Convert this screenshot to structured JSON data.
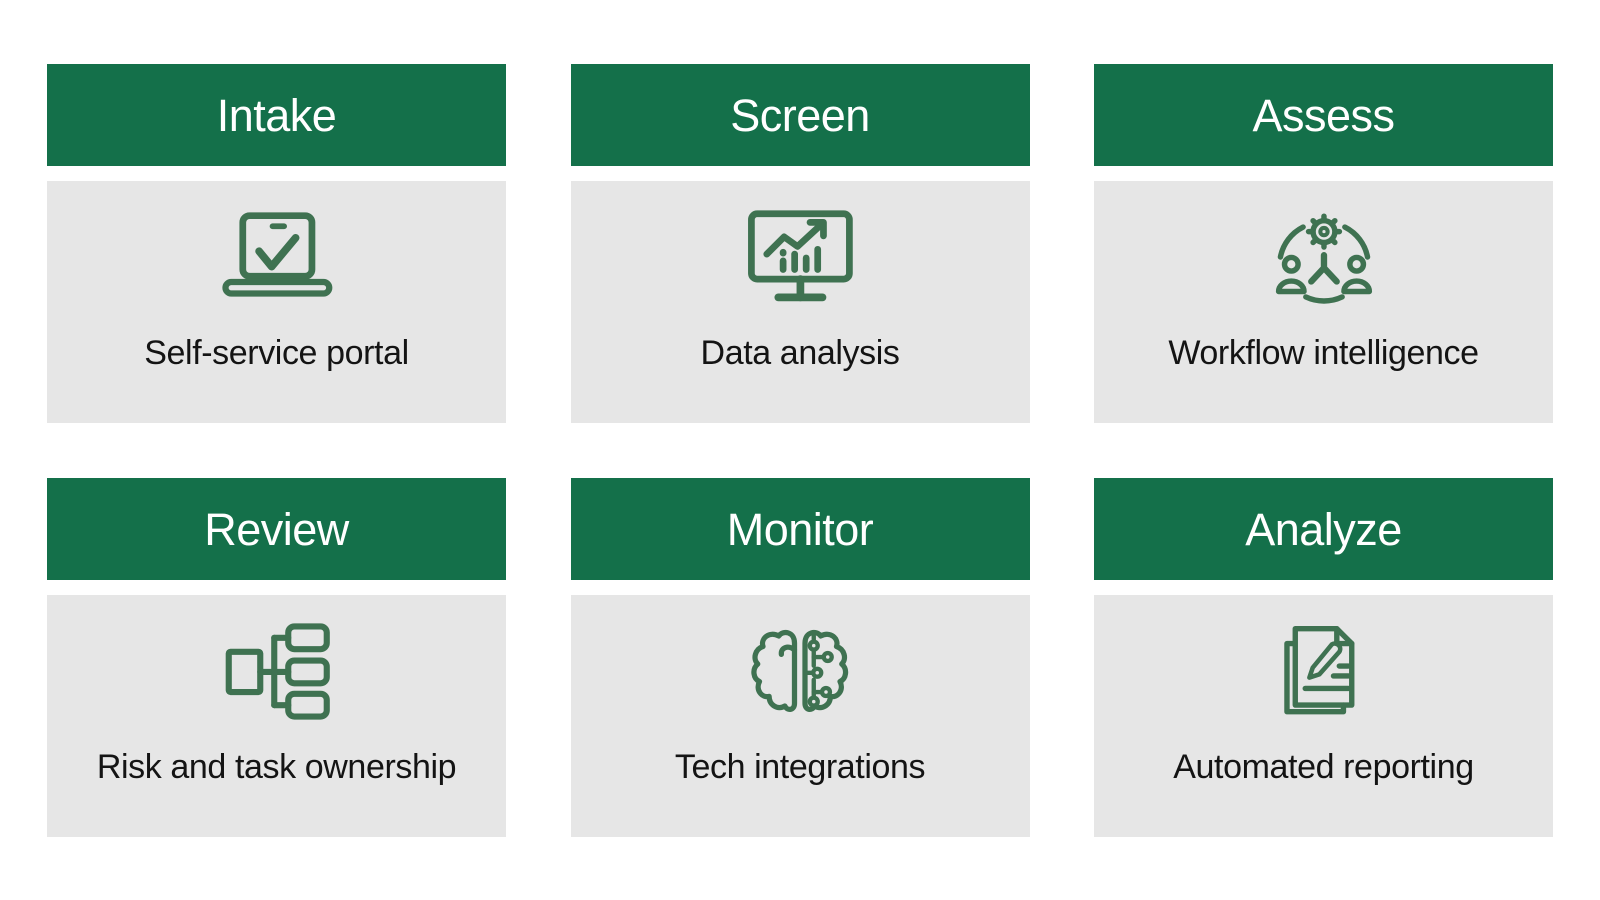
{
  "colors": {
    "page_bg": "#FFFFFF",
    "header_green": "#14704A",
    "icon_green": "#3F7251",
    "body_gray": "#E6E6E6",
    "header_text": "#FFFFFF",
    "label_text": "#141414"
  },
  "cards": [
    {
      "title": "Intake",
      "label": "Self-service portal",
      "icon": "laptop-check-icon"
    },
    {
      "title": "Screen",
      "label": "Data analysis",
      "icon": "monitor-chart-icon"
    },
    {
      "title": "Assess",
      "label": "Workflow intelligence",
      "icon": "workflow-people-gear-icon"
    },
    {
      "title": "Review",
      "label": "Risk and task ownership",
      "icon": "hierarchy-icon"
    },
    {
      "title": "Monitor",
      "label": "Tech integrations",
      "icon": "brain-circuit-icon"
    },
    {
      "title": "Analyze",
      "label": "Automated reporting",
      "icon": "documents-pencil-icon"
    }
  ]
}
